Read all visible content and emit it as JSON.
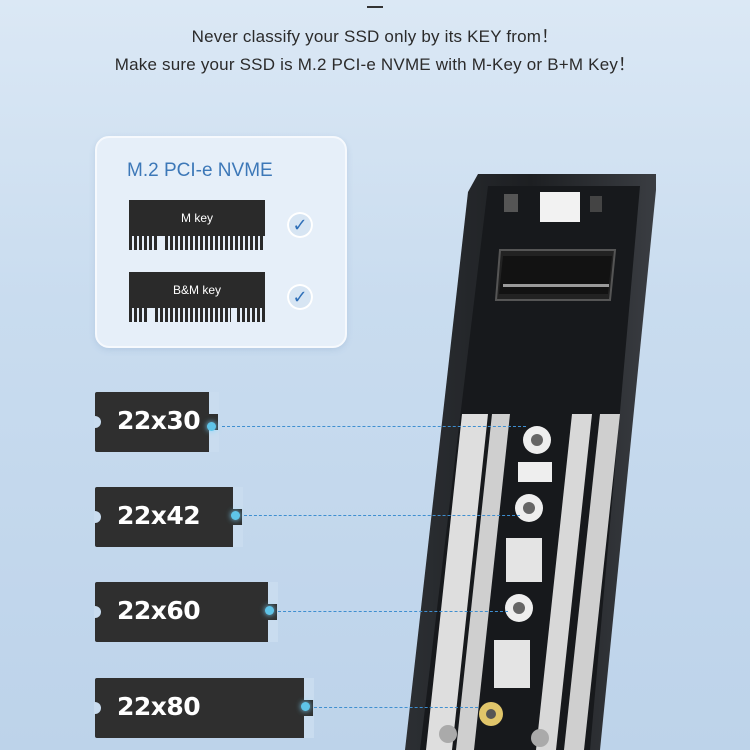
{
  "headline": {
    "line1": "Never classify your SSD only by its KEY from！",
    "line2": "Make sure your SSD is M.2 PCI-e NVME with M-Key or B+M Key！"
  },
  "key_card": {
    "title": "M.2 PCI-e NVME",
    "keys": [
      {
        "label": "M key",
        "check_icon": "check-icon"
      },
      {
        "label": "B&M key",
        "check_icon": "check-icon"
      }
    ]
  },
  "sizes": [
    "22x30",
    "22x42",
    "22x60",
    "22x80"
  ],
  "colors": {
    "accent": "#3d78b8",
    "leader_line": "#3f8fd0",
    "dot": "#5fc4e8",
    "pcb": "#2f2f2f"
  }
}
